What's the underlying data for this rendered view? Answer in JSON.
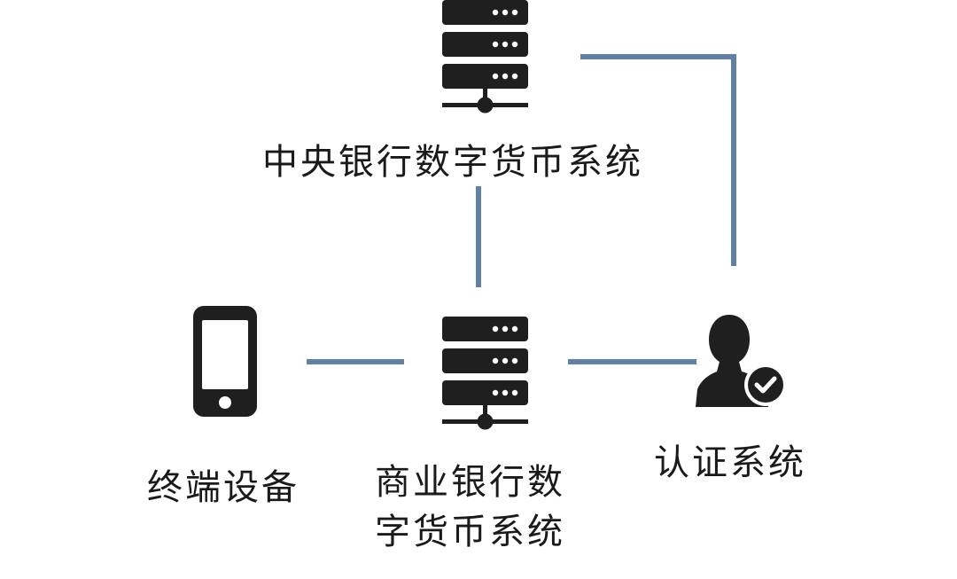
{
  "nodes": {
    "central_bank": {
      "label": "中央银行数字货币系统",
      "icon": "server-icon"
    },
    "commercial_bank": {
      "label_lines": [
        "商业银行数",
        "字货币系统"
      ],
      "icon": "server-icon"
    },
    "terminal": {
      "label": "终端设备",
      "icon": "smartphone-icon"
    },
    "auth": {
      "label": "认证系统",
      "icon": "verified-user-icon"
    }
  },
  "colors": {
    "connector": "#6080a8",
    "icon": "#1f1f1f",
    "text": "#1a1a1a"
  }
}
